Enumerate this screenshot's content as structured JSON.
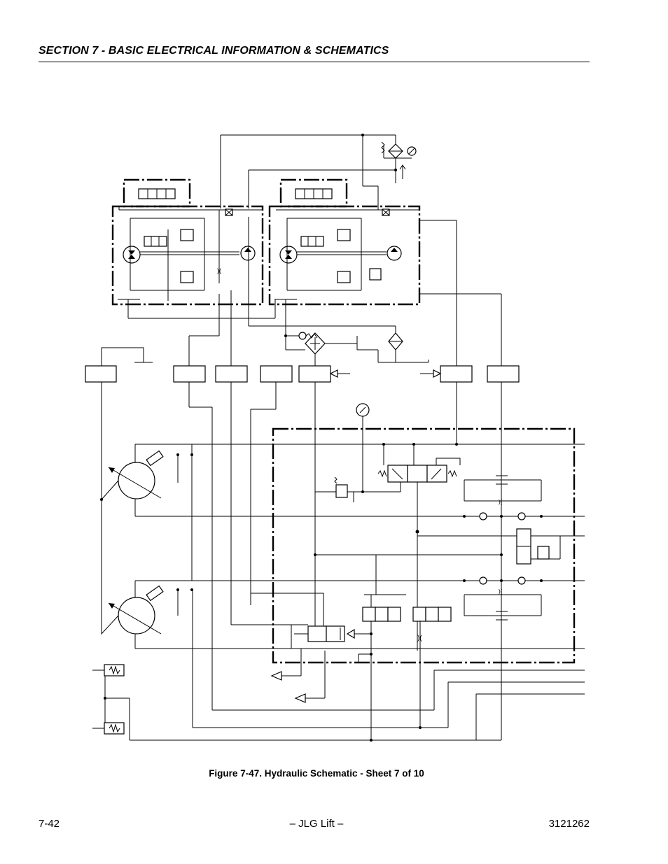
{
  "header": {
    "section_title": "SECTION 7 - BASIC ELECTRICAL INFORMATION & SCHEMATICS"
  },
  "figure": {
    "caption": "Figure 7-47.  Hydraulic Schematic - Sheet 7 of 10"
  },
  "footer": {
    "page_number": "7-42",
    "publisher": "– JLG Lift –",
    "doc_number": "3121262"
  }
}
